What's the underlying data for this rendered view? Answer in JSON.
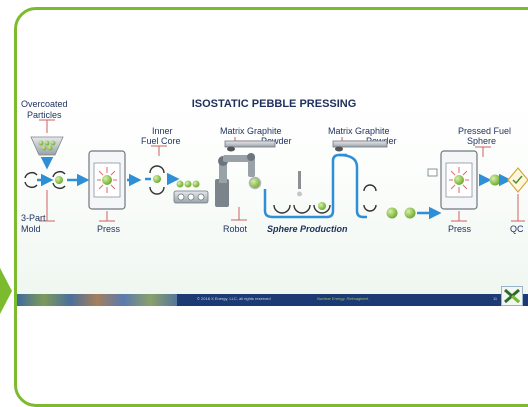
{
  "diagram": {
    "title": "ISOSTATIC PEBBLE PRESSING",
    "subtitle": "Sphere Production",
    "labels": {
      "overcoated": "Overcoated",
      "particles": "Particles",
      "inner": "Inner",
      "fuel_core": "Fuel Core",
      "matrix_graphite_1": "Matrix Graphite",
      "powder_1": "Powder",
      "matrix_graphite_2": "Matrix Graphite",
      "powder_2": "Powder",
      "pressed_fuel": "Pressed Fuel",
      "sphere": "Sphere",
      "part_mold_a": "3-Part",
      "part_mold_b": "Mold",
      "press_1": "Press",
      "robot": "Robot",
      "press_2": "Press",
      "qc": "QC"
    }
  },
  "footer": {
    "copyright": "© 2018 X Energy, LLC, all rights reserved",
    "tagline": "Nuclear Energy. Reimagined.",
    "page": "11"
  },
  "colors": {
    "frame": "#7dbb2e",
    "arrow": "#2f8fd6",
    "sphere": "#8ccb3a",
    "label_line": "#d06060",
    "footer": "#1c3a73"
  }
}
